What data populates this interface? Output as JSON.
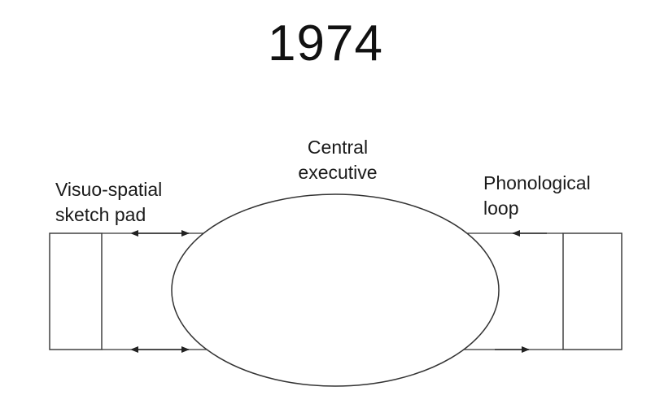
{
  "slide": {
    "title": "1974"
  },
  "diagram": {
    "central_executive": {
      "line1": "Central",
      "line2": "executive"
    },
    "visuospatial": {
      "line1": "Visuo-spatial",
      "line2": "sketch pad"
    },
    "phonological": {
      "line1": "Phonological",
      "line2": "loop"
    }
  }
}
